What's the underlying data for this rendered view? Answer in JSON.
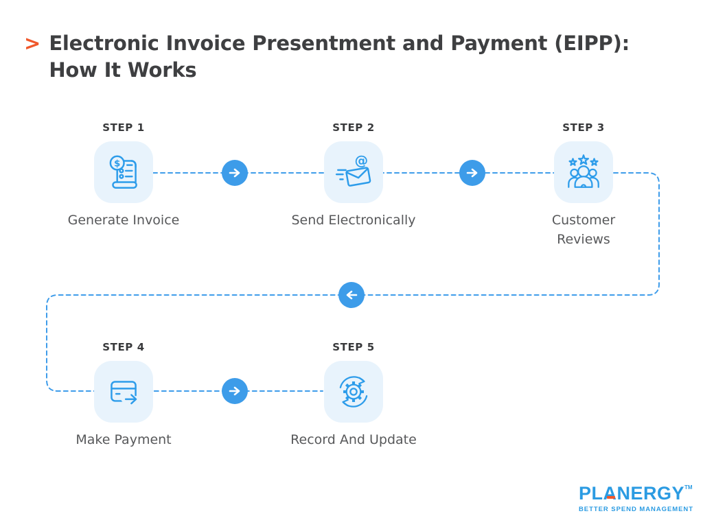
{
  "title": {
    "marker": ">",
    "line1": "Electronic Invoice Presentment and Payment (EIPP):",
    "line2": "How It Works"
  },
  "steps": [
    {
      "label": "STEP 1",
      "caption": "Generate Invoice",
      "icon": "invoice-icon"
    },
    {
      "label": "STEP 2",
      "caption": "Send Electronically",
      "icon": "send-email-icon"
    },
    {
      "label": "STEP 3",
      "caption": "Customer Reviews",
      "icon": "customer-reviews-icon"
    },
    {
      "label": "STEP 4",
      "caption": "Make Payment",
      "icon": "payment-card-icon"
    },
    {
      "label": "STEP 5",
      "caption": "Record And Update",
      "icon": "record-update-icon"
    }
  ],
  "connectors": {
    "style": "dashed",
    "forward_icon": "arrow-right-icon",
    "return_icon": "arrow-left-icon"
  },
  "logo": {
    "name": "PLANERGY",
    "tm": "TM",
    "tagline": "BETTER SPEND MANAGEMENT"
  },
  "colors": {
    "accent_blue": "#3D9CE9",
    "icon_stroke_blue": "#2D9CEA",
    "icon_bg_light_blue": "#E8F3FC",
    "dashed_line_blue": "#3E9CEA",
    "title_dark": "#3E3F41",
    "caption_gray": "#57585A",
    "marker_orange": "#F0582B",
    "logo_blue": "#2B9BE2",
    "logo_accent_orange": "#F2572B"
  }
}
